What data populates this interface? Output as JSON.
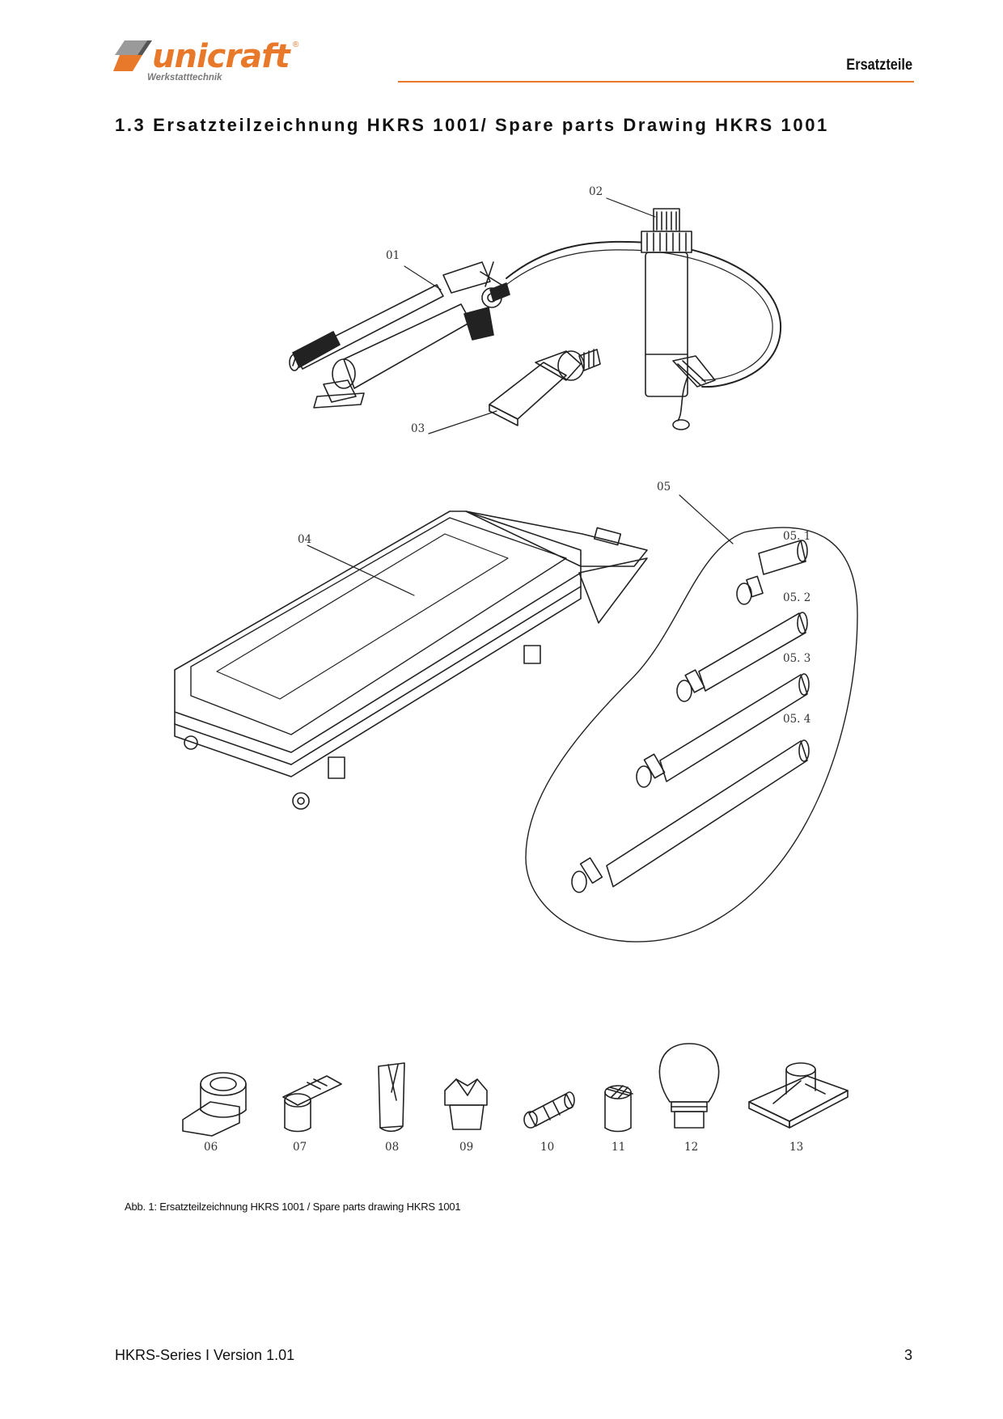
{
  "header": {
    "logo_text": "unicraft",
    "logo_registered": "®",
    "logo_tagline": "Werkstatttechnik",
    "section": "Ersatzteile",
    "accent_color": "#e8782a"
  },
  "title": "1.3  Ersatzteilzeichnung HKRS 1001/ Spare parts Drawing HKRS 1001",
  "parts_labels": {
    "p01": "01",
    "p02": "02",
    "p03": "03",
    "p04": "04",
    "p05": "05",
    "p05_1": "05. 1",
    "p05_2": "05. 2",
    "p05_3": "05. 3",
    "p05_4": "05. 4",
    "p06": "06",
    "p07": "07",
    "p08": "08",
    "p09": "09",
    "p10": "10",
    "p11": "11",
    "p12": "12",
    "p13": "13"
  },
  "caption": "Abb. 1: Ersatzteilzeichnung HKRS 1001 / Spare parts drawing HKRS 1001",
  "footer": {
    "series": "HKRS-Series I Version 1.01",
    "page_number": "3"
  }
}
